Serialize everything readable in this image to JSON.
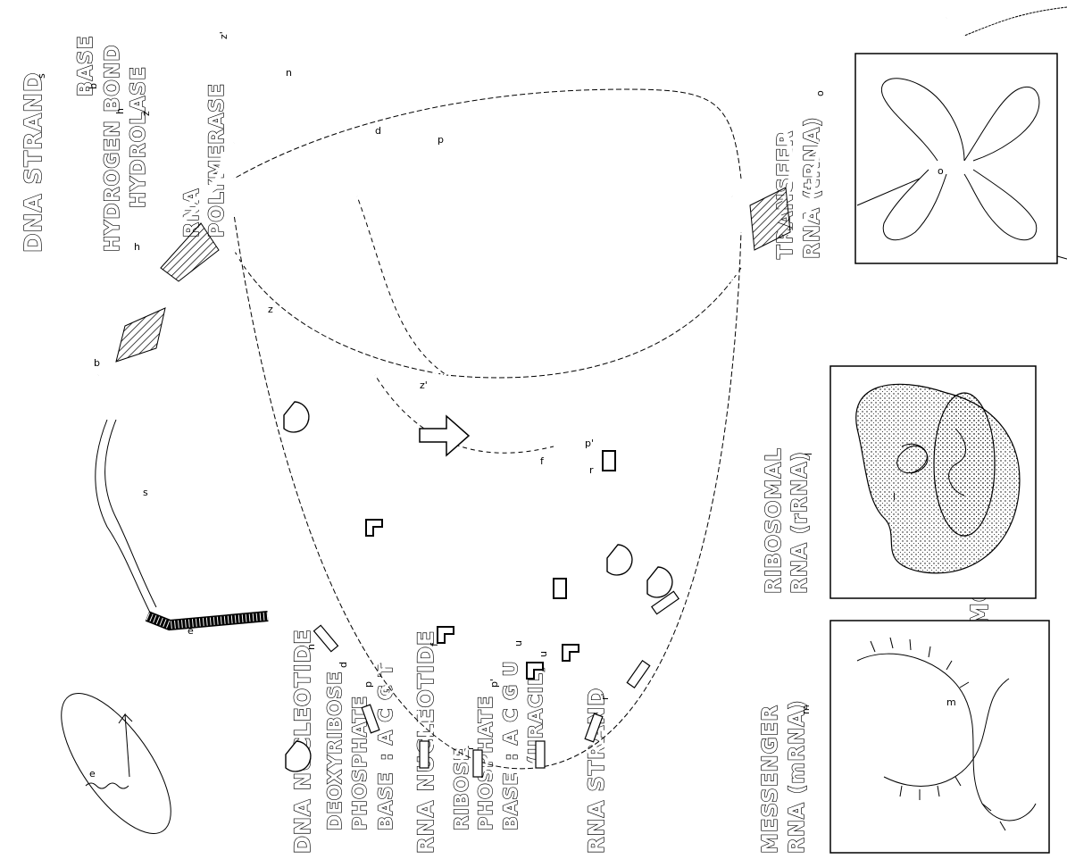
{
  "headings": {
    "chromosome": "CHROMOSOME",
    "dna_strand": "DNA STRAND",
    "base": "BASE",
    "hydrogen_bond": "HYDROGEN BOND",
    "hydrolase": "HYDROLASE",
    "rna": "RNA",
    "polymerase": "POLYMERASE",
    "dna_nucleotide": "DNA NUCLEOTIDE",
    "deoxyribose": "DEOXYRIBOSE",
    "phosphate": "PHOSPHATE",
    "base_dna": "BASE",
    "bases_dna": ": A C G T",
    "rna_nucleotide": "RNA NUCLEOTIDE",
    "ribose": "RIBOSE",
    "phosphate_rna": "PHOSPHATE",
    "base_rna": "BASE",
    "bases_rna": ": A C G U",
    "uracil": "(URACIL)",
    "rna_strand": "RNA STRAND",
    "ribosomal": "RIBOSOMAL",
    "rrna": "RNA (rRNA)",
    "messenger": "MESSENGER",
    "mrna": "RNA (mRNA)",
    "transfer": "TRANSFER",
    "trna": "RNA (tRNA)"
  },
  "subscripts": {
    "e": "e",
    "s": "s",
    "b": "b",
    "h": "h",
    "z": "z",
    "z1": "z'",
    "n": "n",
    "d": "d",
    "p": "p",
    "f": "f",
    "r": "r",
    "p1": "p'",
    "u": "u",
    "r1": "r'",
    "l": "l",
    "m": "m",
    "o": "o"
  },
  "diagram_letters": [
    "e",
    "s",
    "b",
    "h",
    "z",
    "z'",
    "n",
    "d",
    "p",
    "f",
    "r",
    "p'",
    "l",
    "m",
    "o"
  ]
}
